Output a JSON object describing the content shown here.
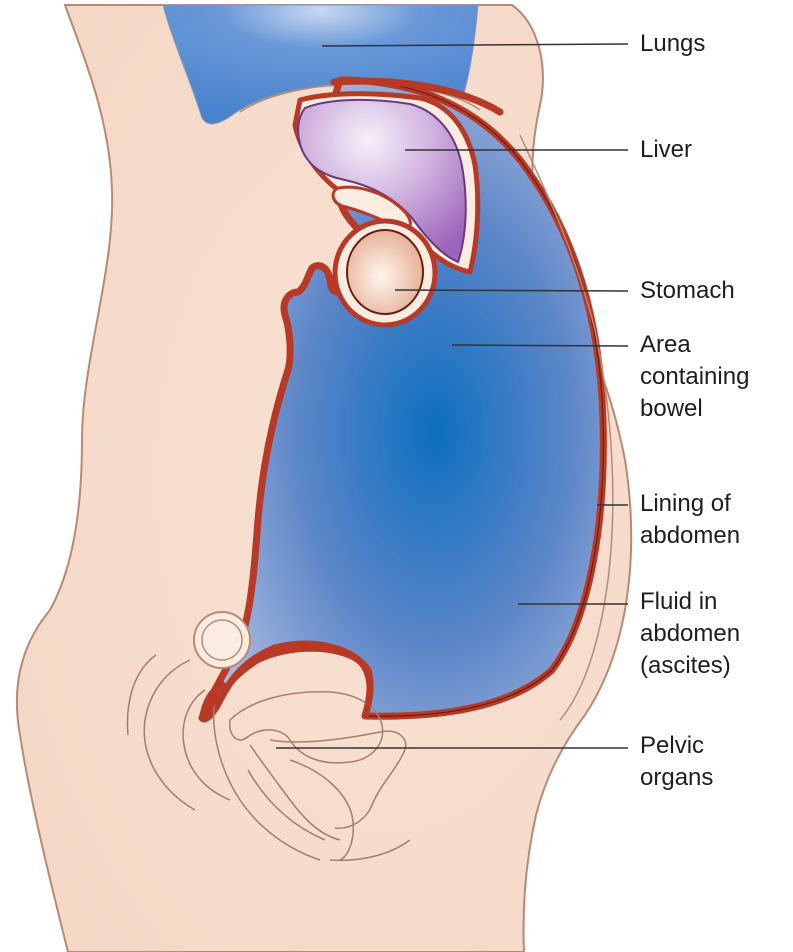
{
  "labels": {
    "lungs": "Lungs",
    "liver": "Liver",
    "stomach": "Stomach",
    "bowel": [
      "Area",
      "containing",
      "bowel"
    ],
    "lining": [
      "Lining of",
      "abdomen"
    ],
    "fluid": [
      "Fluid in",
      "abdomen",
      "(ascites)"
    ],
    "pelvic": [
      "Pelvic",
      "organs"
    ]
  },
  "colors": {
    "skin": "#f6dccd",
    "skin_outline": "#b88a76",
    "lining": "#b83a26",
    "lining_outline": "#6a1c10",
    "fluid_center": "#0d6fc0",
    "fluid_edge": "#a6b8df",
    "lungs": "#4f88d2",
    "liver_center": "#f2e8f6",
    "liver_edge": "#9e64bd",
    "stomach_center": "#fff3ea",
    "stomach_edge": "#e5ac90",
    "leader_line": "#333333",
    "text": "#1e1e1e"
  }
}
